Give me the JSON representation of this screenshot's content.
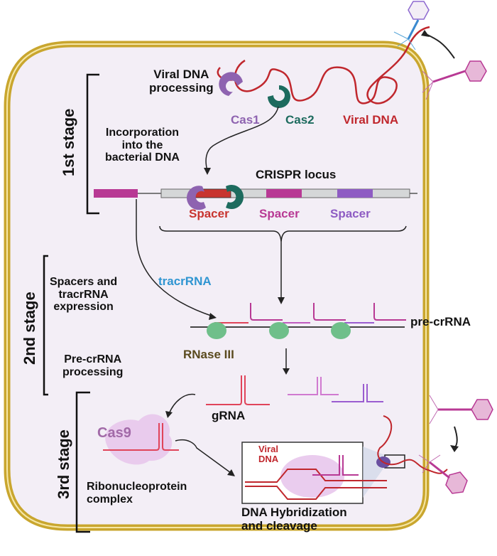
{
  "stages": {
    "first": "1st stage",
    "second": "2nd stage",
    "third": "3rd stage"
  },
  "stage1": {
    "viral_processing": "Viral DNA\nprocessing",
    "cas1": "Cas1",
    "cas2": "Cas2",
    "viral_dna": "Viral DNA",
    "incorporation": "Incorporation\ninto the\nbacterial DNA",
    "crispr_locus": "CRISPR locus",
    "spacers": [
      "Spacer",
      "Spacer",
      "Spacer"
    ]
  },
  "stage2": {
    "tracrrna": "tracrRNA",
    "expression": "Spacers and\ntracrRNA\nexpression",
    "pre_crrna": "pre-crRNA",
    "rnase": "RNase III",
    "processing": "Pre-crRNA\nprocessing"
  },
  "stage3": {
    "grna": "gRNA",
    "cas9": "Cas9",
    "rnp": "Ribonucleoprotein\ncomplex",
    "viral_dna": "Viral\nDNA",
    "hybridization": "DNA Hybridization\nand cleavage"
  },
  "colors": {
    "cell_fill": "#f3eef6",
    "membrane": "#c9a62e",
    "cas1": "#8e63b0",
    "cas2": "#1d6b5e",
    "viral_dna": "#c0272d",
    "spacer_red": "#c8342f",
    "spacer_magenta": "#b83994",
    "spacer_purple": "#8e5cc3",
    "tracr": "#2f95d1",
    "rnase": "#5a4a1e",
    "rnase_protein": "#6fbf8a",
    "cas9": "#a26aa8",
    "cas9_blob": "#e8c6ec"
  }
}
